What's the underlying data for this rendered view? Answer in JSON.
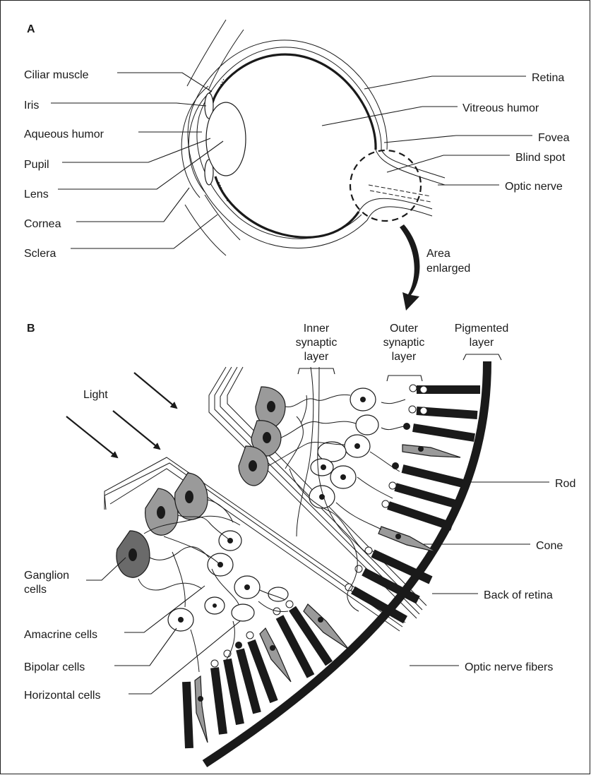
{
  "panels": {
    "a": "A",
    "b": "B"
  },
  "eye_labels_left": {
    "ciliar_muscle": "Ciliar muscle",
    "iris": "Iris",
    "aqueous_humor": "Aqueous humor",
    "pupil": "Pupil",
    "lens": "Lens",
    "cornea": "Cornea",
    "sclera": "Sclera"
  },
  "eye_labels_right": {
    "retina": "Retina",
    "vitreous_humor": "Vitreous humor",
    "fovea": "Fovea",
    "blind_spot": "Blind spot",
    "optic_nerve": "Optic nerve"
  },
  "area_enlarged": {
    "line1": "Area",
    "line2": "enlarged"
  },
  "light": "Light",
  "layers": {
    "inner": [
      "Inner",
      "synaptic",
      "layer"
    ],
    "outer": [
      "Outer",
      "synaptic",
      "layer"
    ],
    "pigmented": [
      "Pigmented",
      "layer"
    ]
  },
  "retina_labels_right": {
    "rod": "Rod",
    "cone": "Cone",
    "back_of_retina": "Back of retina",
    "optic_nerve_fibers": "Optic nerve fibers"
  },
  "retina_labels_left": {
    "ganglion": [
      "Ganglion",
      "cells"
    ],
    "amacrine": "Amacrine cells",
    "bipolar": "Bipolar cells",
    "horizontal": "Horizontal cells"
  }
}
